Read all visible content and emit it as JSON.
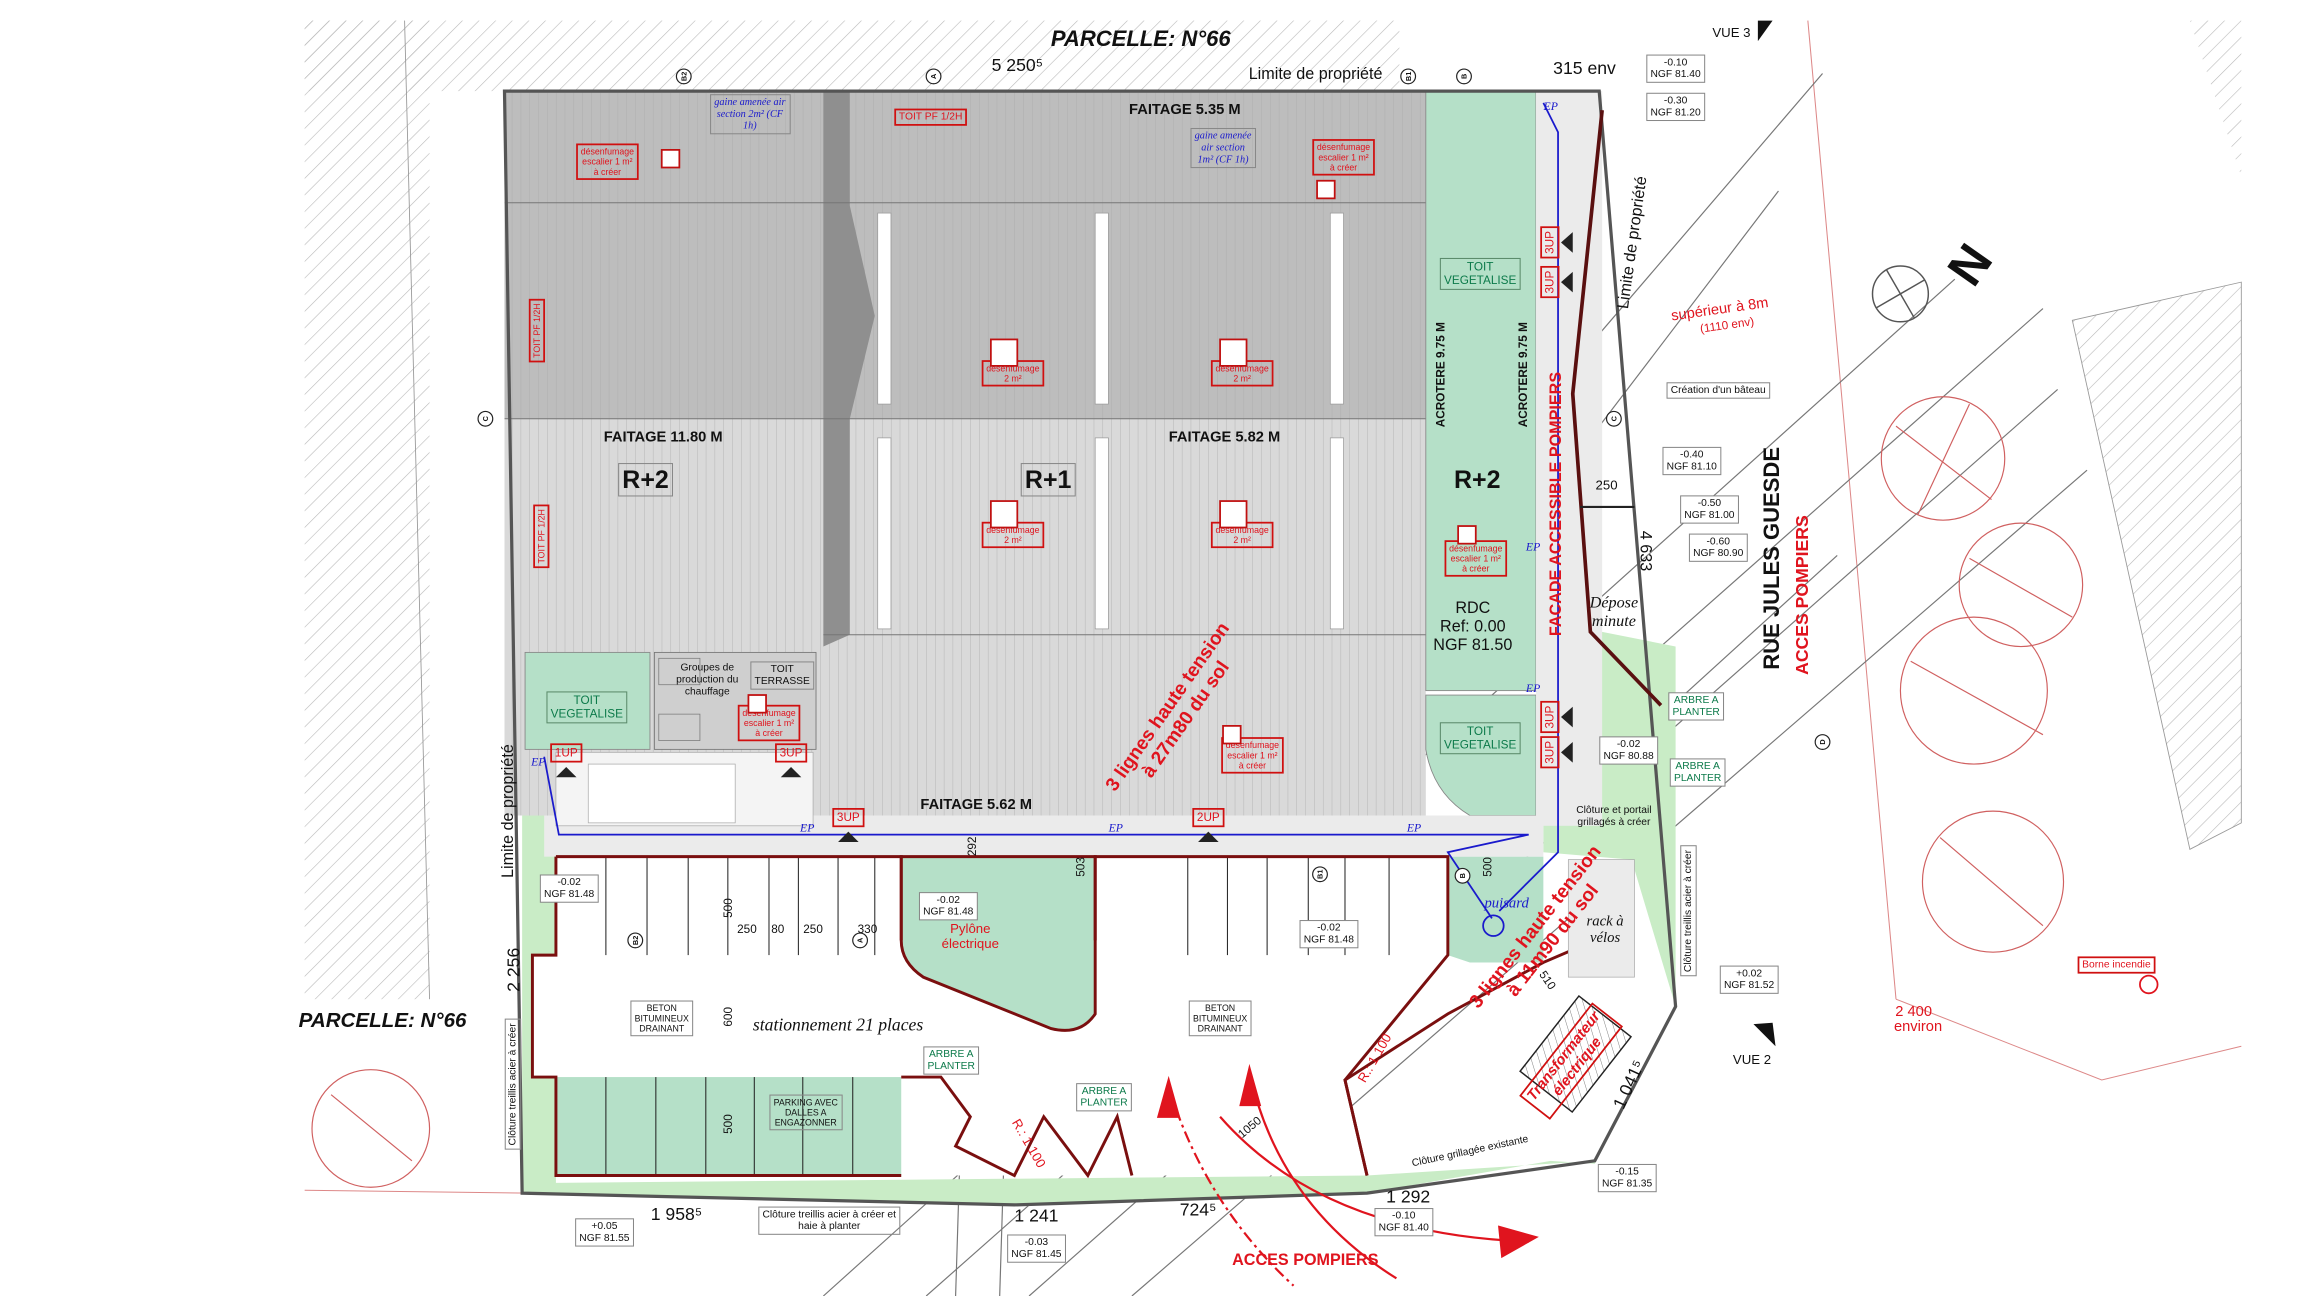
{
  "titles": {
    "parcel_top": "PARCELLE: N°66",
    "parcel_left": "PARCELLE: N°66",
    "street": "RUE JULES GUESDE",
    "street_access": "ACCES POMPIERS",
    "bottom_access": "ACCES POMPIERS",
    "north": "N",
    "view3": "VUE 3",
    "view2": "VUE 2"
  },
  "dimensions": {
    "top_total": "5 250⁵",
    "top_right": "315 env",
    "right_street": "4 633",
    "drop_width": "250",
    "left_side": "2 256",
    "bottom_left": "1 958⁵",
    "bottom_mid": "1 241",
    "bottom_mid2": "724⁵",
    "bottom_right": "1 292",
    "diagonal": "1 041⁵",
    "distance": "2 400",
    "distance_note": "environ",
    "stall_depth_1": "500",
    "aisle": "600",
    "stall_depth_2": "500",
    "stall_w1": "250",
    "stall_w2": "80",
    "stall_w3": "250",
    "stall_w4": "330",
    "d292": "292",
    "d503": "503",
    "d500": "500",
    "d510": "510",
    "d1050": "1050",
    "radius_1": "R.: 1 100",
    "radius_2": "R.: 1 100",
    "setback": "supérieur à 8m",
    "setback_note": "(1110 env)"
  },
  "roof": {
    "ridge_top": "FAITAGE 5.35 M",
    "ridge_left": "FAITAGE 11.80 M",
    "ridge_mid": "FAITAGE 5.82 M",
    "ridge_bottom": "FAITAGE 5.62 M",
    "level_left": "R+2",
    "level_mid": "R+1",
    "level_right": "R+2",
    "parapet_1": "ACROTERE 9.75 M",
    "parapet_2": "ACROTERE 9.75 M",
    "green_roof_1": "TOIT\nVEGETALISE",
    "green_roof_2": "TOIT\nVEGETALISE",
    "green_roof_3": "TOIT\nVEGETALISE",
    "terrace": "TOIT\nTERRASSE",
    "heating": "Groupes de\nproduction du\nchauffage",
    "roof_pf_1": "TOIT PF 1/2H",
    "roof_pf_2": "TOIT PF 1/2H",
    "roof_pf_3": "TOIT PF 1/2H",
    "air_duct_1": "gaine amenée air\nsection 2m² (CF\n1h)",
    "air_duct_2": "gaine amenée\nair section\n1m² (CF 1h)",
    "rdc": "RDC\nRef: 0.00\nNGF 81.50",
    "fire_facade": "FACADE ACCESSIBLE POMPIERS"
  },
  "smoke_vents": [
    "désenfumage\nescalier 1 m²\nà créer",
    "désenfumage\nescalier 1 m²\nà créer",
    "désenfumage\n2 m²",
    "désenfumage\n2 m²",
    "désenfumage\n2 m²",
    "désenfumage\n2 m²",
    "désenfumage\nescalier 1 m²\nà créer",
    "désenfumage\nescalier 1 m²\nà créer",
    "désenfumage\nescalier 1 m²\nà créer"
  ],
  "exits": [
    "3UP",
    "3UP",
    "3UP",
    "3UP",
    "1UP",
    "3UP",
    "3UP",
    "2UP"
  ],
  "drainage": [
    "EP",
    "EP",
    "EP",
    "EP",
    "EP",
    "EP",
    "EP"
  ],
  "spot_levels": [
    "-0.10\nNGF 81.40",
    "-0.30\nNGF 81.20",
    "-0.40\nNGF 81.10",
    "-0.50\nNGF 81.00",
    "-0.60\nNGF 80.90",
    "-0.02\nNGF 80.88",
    "+0.02\nNGF 81.52",
    "-0.15\nNGF 81.35",
    "-0.10\nNGF 81.40",
    "-0.03\nNGF 81.45",
    "+0.05\nNGF 81.55",
    "-0.02\nNGF 81.48",
    "-0.02\nNGF 81.48",
    "-0.02\nNGF 81.48"
  ],
  "trees_to_plant": [
    "ARBRE A\nPLANTER",
    "ARBRE A\nPLANTER",
    "ARBRE A\nPLANTER",
    "ARBRE A\nPLANTER"
  ],
  "site": {
    "parking": "stationnement 21 places",
    "paving_1": "BETON\nBITUMINEUX\nDRAINANT",
    "paving_2": "BETON\nBITUMINEUX\nDRAINANT",
    "grass_parking": "PARKING AVEC\nDALLES A\nENGAZONNER",
    "pylon": "Pylône\nélectrique",
    "transformer": "Transformateur\nélectrique",
    "hv_lines_1": "3 lignes haute tension\nà 27m80 du sol",
    "hv_lines_2": "3 lignes haute tension\nà 11m90 du sol",
    "drop_off": "Dépose\nminute",
    "bike_rack": "rack à\nvélos",
    "sump": "puisard",
    "curb_cut": "Création d'un bâteau",
    "gate": "Clôture et portail\ngrillagés à créer",
    "fence_right": "Clôture treillis acier à créer",
    "fence_left": "Clôture treillis acier à créer",
    "fence_bottom": "Clôture treillis acier à créer et\nhaie à planter",
    "fence_existing": "Clôture grillagée existante",
    "property_top": "Limite de propriété",
    "property_right": "Limite de propriété",
    "property_left": "Limite de propriété",
    "hydrant": "Borne incendie"
  },
  "section_markers": [
    "B2",
    "A",
    "B1",
    "B",
    "C",
    "C",
    "B2",
    "A",
    "B1",
    "B",
    "D"
  ],
  "colors": {
    "roof_dark": "#bdbdbd",
    "roof_light": "#d9d9d9",
    "green_roof": "#b5e0c8",
    "landscape": "#c9ecc6",
    "outline_red": "#7a0f0f",
    "annotation_red": "#e0141e",
    "blue": "#1a1acc",
    "green_text": "#0c7a4a"
  }
}
